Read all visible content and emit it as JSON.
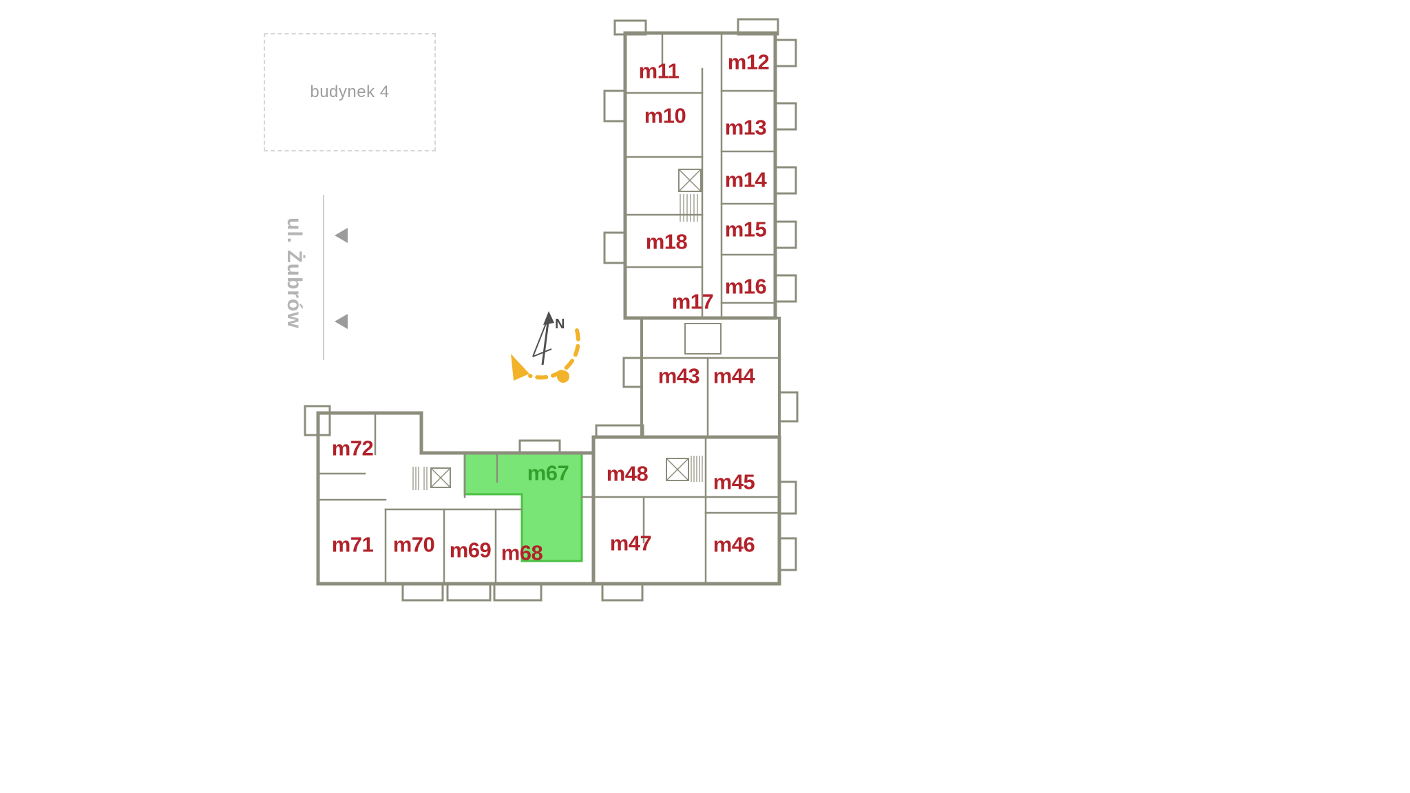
{
  "site": {
    "building_box": {
      "label": "budynek 4"
    },
    "street": {
      "label": "ul. Żubrów"
    },
    "compass": {
      "north_label": "N"
    }
  },
  "highlight": {
    "unit": "m67",
    "fill": "#7ae577",
    "stroke": "#4cc044",
    "label_color": "#33a02c"
  },
  "colors": {
    "unit_label": "#b2222a",
    "wall": "#8d8d7d",
    "accent_yellow": "#f2b32a",
    "muted_gray": "#9b9b9b"
  },
  "units": [
    {
      "id": "m11",
      "label": "m11"
    },
    {
      "id": "m12",
      "label": "m12"
    },
    {
      "id": "m10",
      "label": "m10"
    },
    {
      "id": "m13",
      "label": "m13"
    },
    {
      "id": "m14",
      "label": "m14"
    },
    {
      "id": "m15",
      "label": "m15"
    },
    {
      "id": "m18",
      "label": "m18"
    },
    {
      "id": "m16",
      "label": "m16"
    },
    {
      "id": "m17",
      "label": "m17"
    },
    {
      "id": "m43",
      "label": "m43"
    },
    {
      "id": "m44",
      "label": "m44"
    },
    {
      "id": "m48",
      "label": "m48"
    },
    {
      "id": "m45",
      "label": "m45"
    },
    {
      "id": "m46",
      "label": "m46"
    },
    {
      "id": "m47",
      "label": "m47"
    },
    {
      "id": "m67",
      "label": "m67",
      "highlighted": true
    },
    {
      "id": "m72",
      "label": "m72"
    },
    {
      "id": "m71",
      "label": "m71"
    },
    {
      "id": "m70",
      "label": "m70"
    },
    {
      "id": "m69",
      "label": "m69"
    },
    {
      "id": "m68",
      "label": "m68"
    }
  ]
}
